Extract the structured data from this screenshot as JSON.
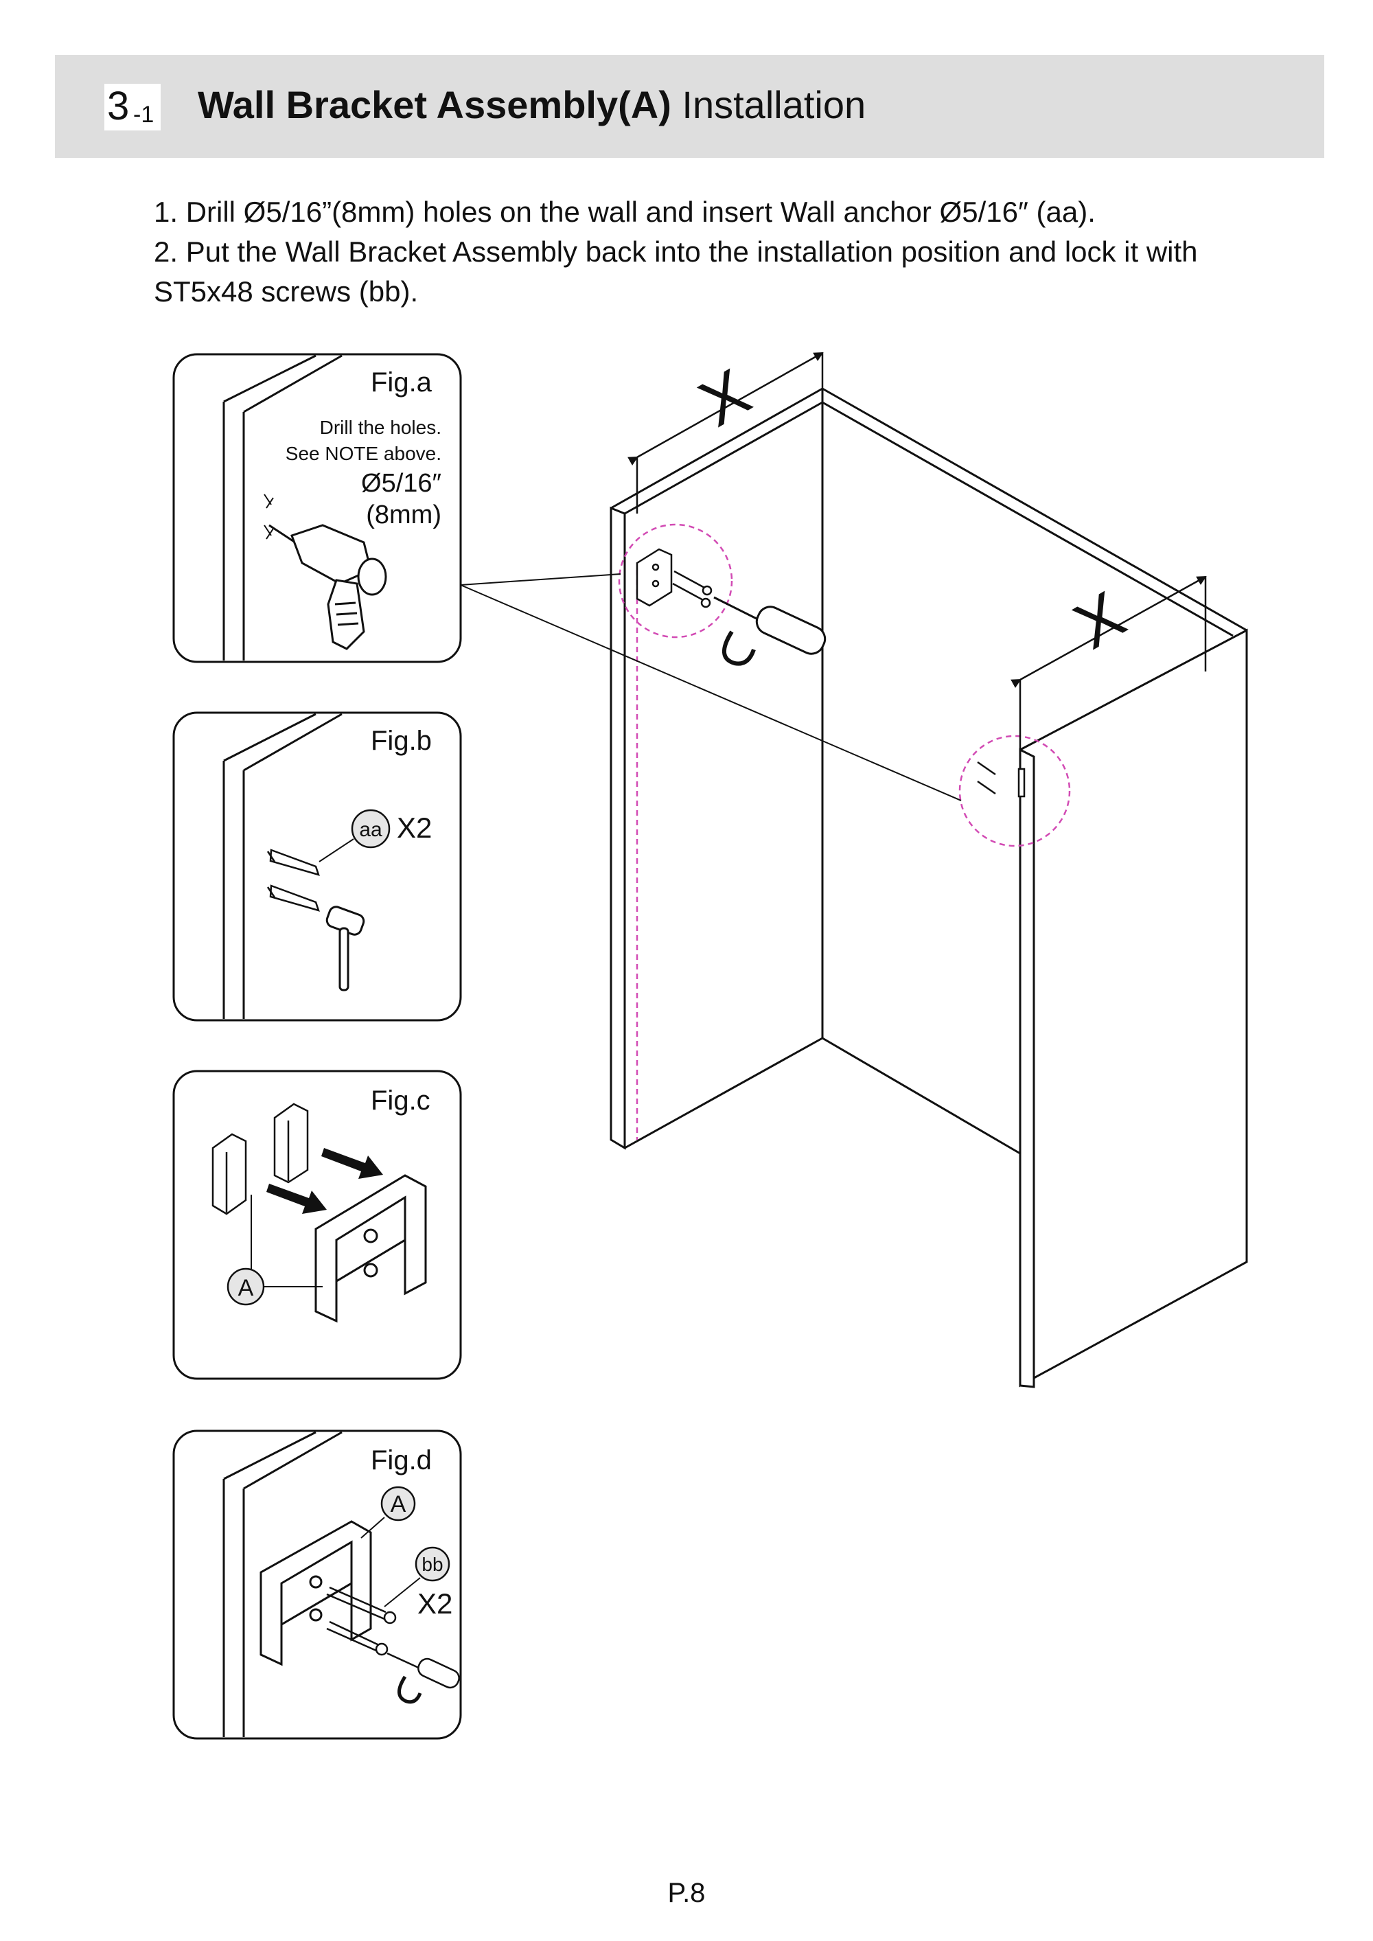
{
  "header": {
    "step_number": "3",
    "step_sub": "-1",
    "title_bold": "Wall Bracket Assembly(A)",
    "title_regular": " Installation"
  },
  "instructions": [
    "1. Drill Ø5/16”(8mm) holes on the wall and insert Wall anchor Ø5/16″ (aa).",
    "2. Put the Wall Bracket Assembly back into the installation position and lock it with",
    "ST5x48 screws (bb)."
  ],
  "figures": {
    "fig_a": {
      "label": "Fig.a",
      "note_line1": "Drill the holes.",
      "note_line2": "See NOTE above.",
      "size_in": "Ø5/16″",
      "size_mm": "(8mm)"
    },
    "fig_b": {
      "label": "Fig.b",
      "part": "aa",
      "qty": "X2"
    },
    "fig_c": {
      "label": "Fig.c",
      "part": "A"
    },
    "fig_d": {
      "label": "Fig.d",
      "part_a": "A",
      "part_bb": "bb",
      "qty": "X2"
    }
  },
  "main_diagram": {
    "dim_left": "X",
    "dim_right": "X"
  },
  "colors": {
    "header_band": "#dedede",
    "magenta_guide": "#d24bb4",
    "line": "#111111"
  },
  "page": "P.8"
}
